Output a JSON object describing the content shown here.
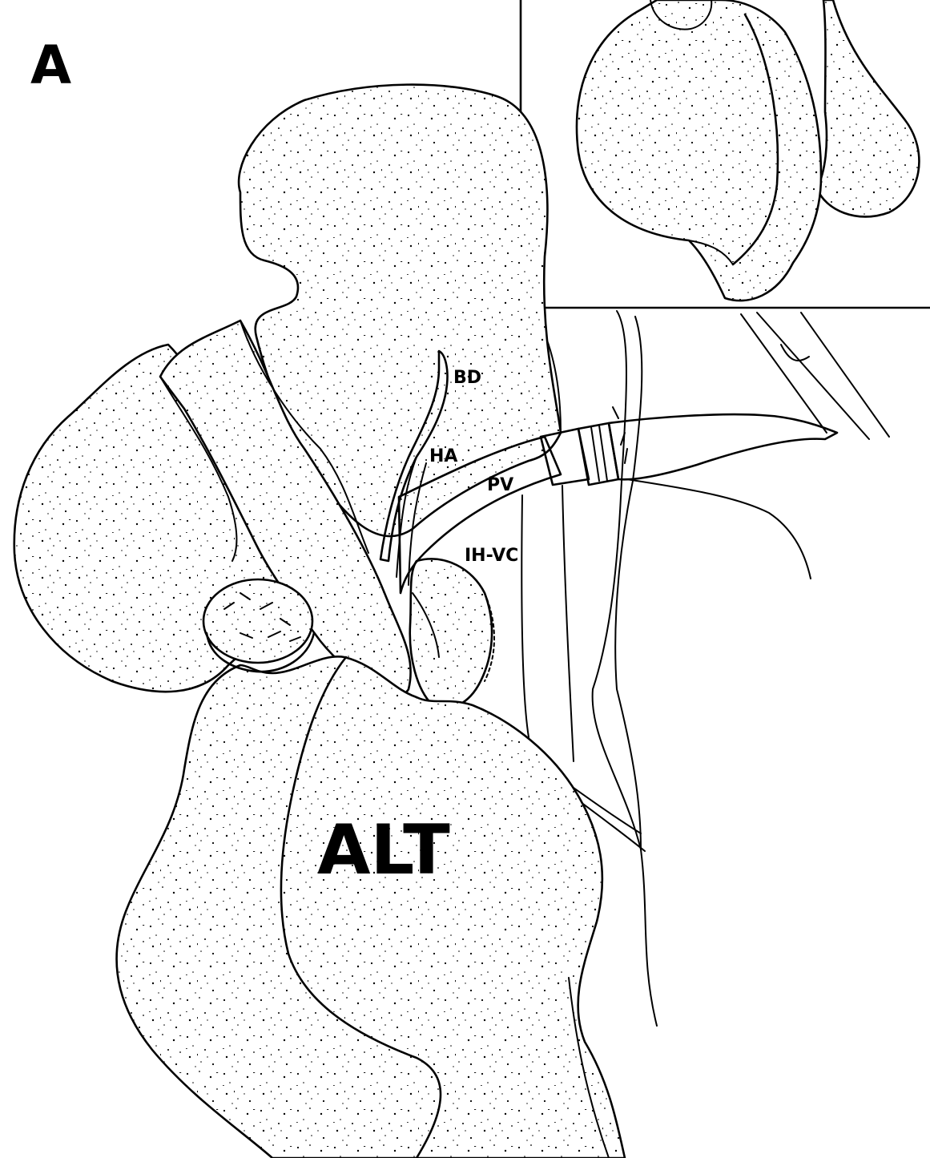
{
  "figure": {
    "panel_label": "A",
    "structure_labels": {
      "graft": "ALT",
      "bile_duct": "BD",
      "hepatic_artery": "HA",
      "portal_vein": "PV",
      "vena_cava": "IH-VC"
    }
  },
  "colors": {
    "ink": "#000000",
    "background": "#ffffff",
    "stipple": "#000000"
  }
}
